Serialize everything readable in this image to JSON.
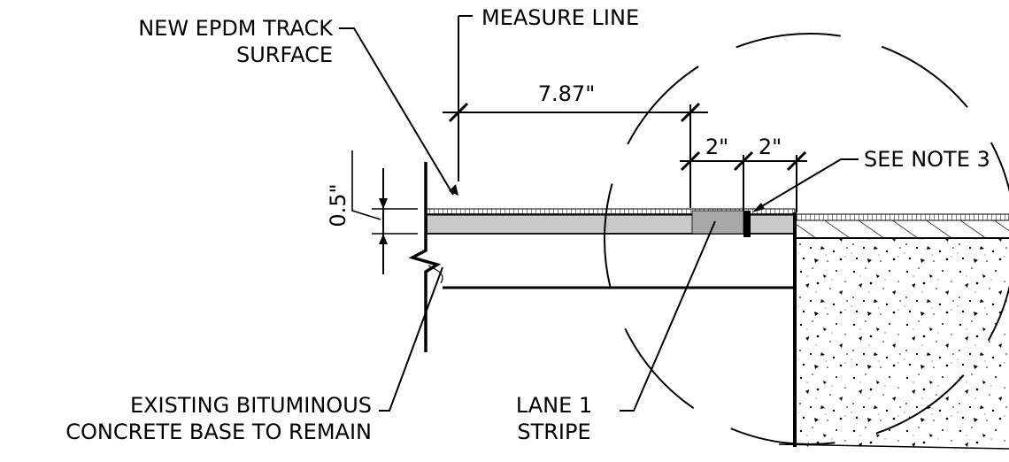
{
  "labels": {
    "epdm_line1": "NEW EPDM TRACK",
    "epdm_line2": "SURFACE",
    "measure_line": "MEASURE LINE",
    "see_note": "SEE NOTE 3",
    "existing_line1": "EXISTING BITUMINOUS",
    "existing_line2": "CONCRETE BASE TO REMAIN",
    "lane_line1": "LANE 1",
    "lane_line2": "STRIPE"
  },
  "dimensions": {
    "main": "7.87\"",
    "stripe_a": "2\"",
    "stripe_b": "2\"",
    "thickness": "0.5\""
  },
  "colors": {
    "line": "#000000",
    "epdm_fill": "#c9c9c9",
    "stripe_fill": "#a8a8a8",
    "background": "#ffffff"
  }
}
